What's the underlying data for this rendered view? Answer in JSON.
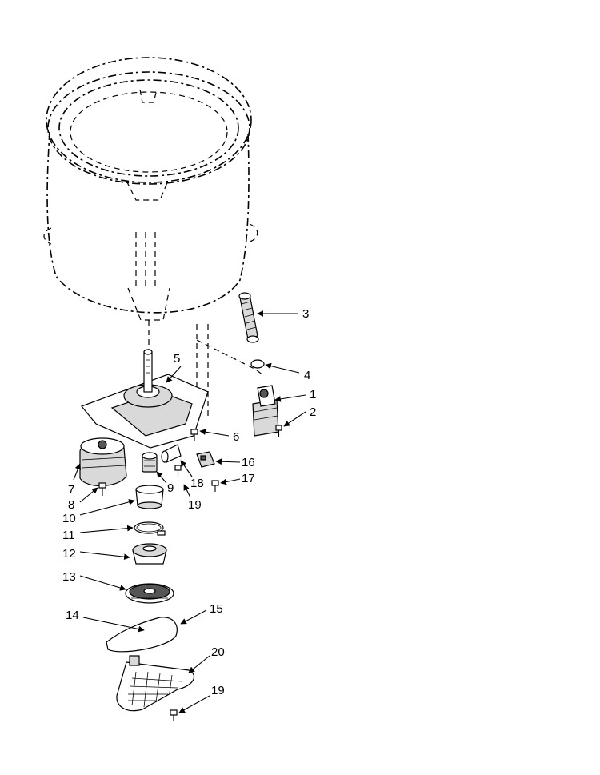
{
  "callouts": [
    {
      "id": "c3",
      "label": "3"
    },
    {
      "id": "c4",
      "label": "4"
    },
    {
      "id": "c1",
      "label": "1"
    },
    {
      "id": "c2",
      "label": "2"
    },
    {
      "id": "c5",
      "label": "5"
    },
    {
      "id": "c6",
      "label": "6"
    },
    {
      "id": "c16",
      "label": "16"
    },
    {
      "id": "c17",
      "label": "17"
    },
    {
      "id": "c18",
      "label": "18"
    },
    {
      "id": "c19a",
      "label": "19"
    },
    {
      "id": "c9",
      "label": "9"
    },
    {
      "id": "c7",
      "label": "7"
    },
    {
      "id": "c8",
      "label": "8"
    },
    {
      "id": "c10",
      "label": "10"
    },
    {
      "id": "c11",
      "label": "11"
    },
    {
      "id": "c12",
      "label": "12"
    },
    {
      "id": "c13",
      "label": "13"
    },
    {
      "id": "c14",
      "label": "14"
    },
    {
      "id": "c15",
      "label": "15"
    },
    {
      "id": "c20",
      "label": "20"
    },
    {
      "id": "c19b",
      "label": "19"
    }
  ]
}
